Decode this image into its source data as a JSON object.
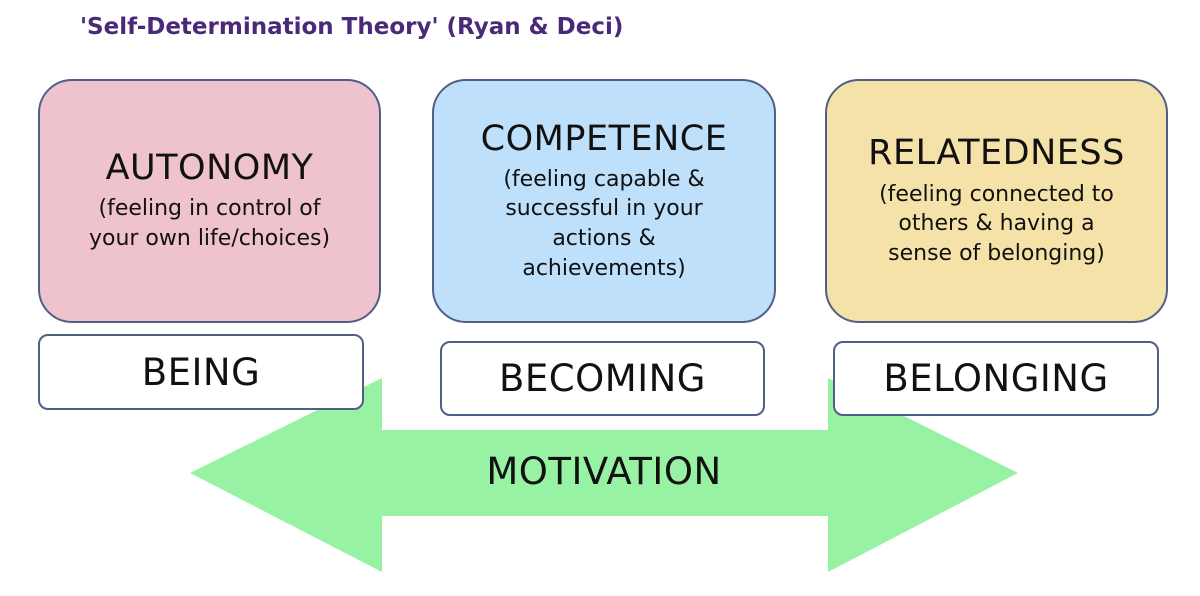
{
  "title": "'Self-Determination Theory' (Ryan & Deci)",
  "cards": [
    {
      "heading": "AUTONOMY",
      "description": [
        "(feeling in control of",
        "your own life/choices)"
      ],
      "label": "BEING",
      "color": "#efc3cd"
    },
    {
      "heading": "COMPETENCE",
      "description": [
        "(feeling capable &",
        "successful in your",
        "actions &",
        "achievements)"
      ],
      "label": "BECOMING",
      "color": "#bfe0fb"
    },
    {
      "heading": "RELATEDNESS",
      "description": [
        "(feeling connected to",
        "others & having a",
        "sense of belonging)"
      ],
      "label": "BELONGING",
      "color": "#f5e2a8"
    }
  ],
  "arrow": {
    "label": "MOTIVATION",
    "color": "#97f2a3"
  },
  "colors": {
    "title": "#4a2a78",
    "border": "#4f5f86"
  }
}
